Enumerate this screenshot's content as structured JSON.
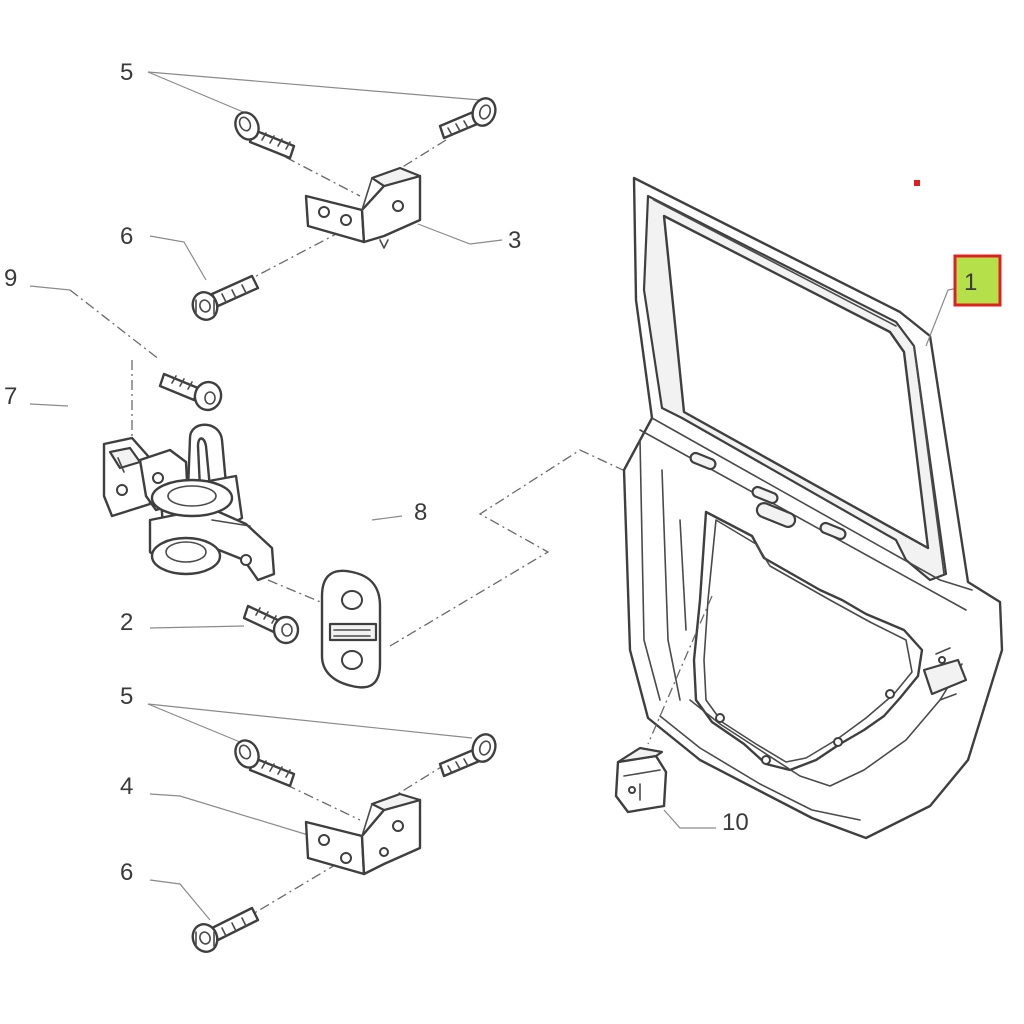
{
  "callouts": {
    "c5_top": "5",
    "c6_top": "6",
    "c3": "3",
    "c9": "9",
    "c7": "7",
    "c8": "8",
    "c2": "2",
    "c5_bottom": "5",
    "c4": "4",
    "c6_bottom": "6",
    "c10": "10",
    "c1": "1"
  },
  "colors": {
    "highlight_fill": "#b6e04a",
    "highlight_border": "#e02020",
    "red_marker": "#e02020"
  }
}
